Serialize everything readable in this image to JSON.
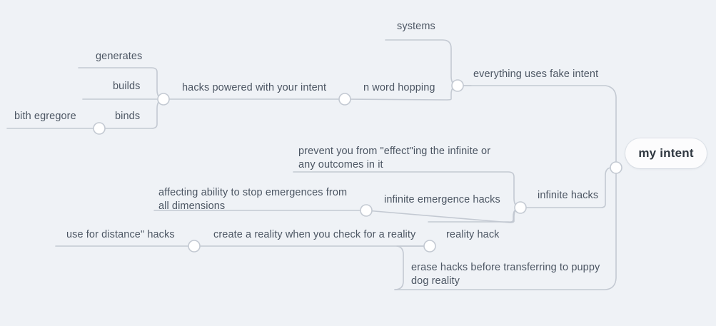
{
  "canvas": {
    "background_color": "#eff2f6",
    "line_color": "#c3c9d2",
    "text_color": "#4c5663",
    "node_fill": "#ffffff"
  },
  "mindmap": {
    "root": {
      "label": "my intent"
    },
    "nodes": {
      "everything_uses_fake_intent": "everything uses fake intent",
      "n_word_hopping": "n word hopping",
      "systems": "systems",
      "hacks_powered_with_your_intent": "hacks powered with your intent",
      "generates": "generates",
      "builds": "builds",
      "binds": "binds",
      "bith_egregore": "bith egregore",
      "infinite_hacks": "infinite hacks",
      "prevent_effecting_infinite": "prevent you from \"effect\"ing the infinite or\nany outcomes in it",
      "infinite_emergence_hacks": "infinite emergence hacks",
      "affecting_ability_stop_emergences": "affecting ability to stop emergences from\nall dimensions",
      "reality_hack": "reality hack",
      "create_a_reality": "create a reality when you check for a reality",
      "use_for_distance_hacks": "use for distance\" hacks",
      "erase_hacks_before_transferring": "erase hacks before transferring to puppy\ndog reality"
    }
  }
}
